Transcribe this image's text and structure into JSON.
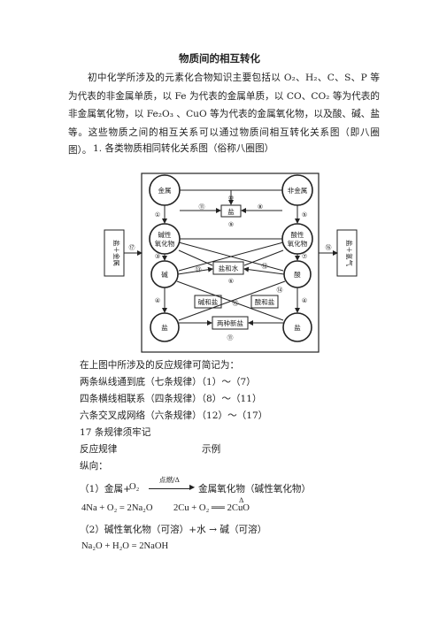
{
  "title": "物质间的相互转化",
  "intro": "初中化学所涉及的元素化合物知识主要包括以 O₂、H₂、C、S、P 等为代表的非金属单质，以 Fe 为代表的金属单质，以 CO、CO₂ 等为代表的非金属氧化物，以 Fe₂O₃ 、CuO 等为代表的金属氧化物，以及酸、碱、盐等。这些物质之间的相互关系可以通过物质间相互转化关系图（即八圈图）。",
  "section1": "1. 各类物质相同转化关系图（俗称八圈图）",
  "diagram": {
    "metal": "金属",
    "nonmetal": "非金属",
    "salt_top": "盐",
    "basic_oxide_1": "碱性",
    "basic_oxide_2": "氧化物",
    "acidic_oxide_1": "酸性",
    "acidic_oxide_2": "氧化物",
    "salt_water": "盐和水",
    "base": "碱",
    "acid": "酸",
    "base_salt": "碱和盐",
    "acid_salt": "酸和盐",
    "two_salts": "两种新盐",
    "salt_left": "盐",
    "salt_right": "盐",
    "side_left": "盐＋金属",
    "side_right": "盐＋氢气",
    "n1": "①",
    "n2": "②",
    "n3": "③",
    "n4": "④",
    "n5": "⑤",
    "n6": "⑥",
    "n7": "⑦",
    "n8": "⑧",
    "n9": "⑨",
    "n10": "⑩",
    "n11": "⑪",
    "n12": "⑫",
    "n13": "⑬",
    "n14": "⑭",
    "n15": "⑮",
    "n16": "⑯",
    "n17": "⑰"
  },
  "summary": [
    "在上图中所涉及的反应规律可简记为：",
    "两条纵线通到底（七条规律）（1）～（7）",
    "四条横线相联系（四条规律）（8）～（11）",
    "六条交叉成网络（六条规律）（12）～（17）",
    "17 条规律须牢记"
  ],
  "rules_header": "反应规律",
  "example_header": "示例",
  "vertical_label": "纵向：",
  "rule1_prefix": "（1）金属+",
  "rule1_o2": "O₂",
  "rule1_condition": "点燃/Δ",
  "rule1_result": "金属氧化物（碱性氧化物）",
  "eq1": "4Na + O₂ = 2Na₂O",
  "eq2_condition": "Δ",
  "eq2": "2Cu + O₂ ══ 2CuO",
  "rule2": "（2）碱性氧化物（可溶）+水 → 碱（可溶）",
  "eq3": "Na₂O + H₂O = 2NaOH"
}
